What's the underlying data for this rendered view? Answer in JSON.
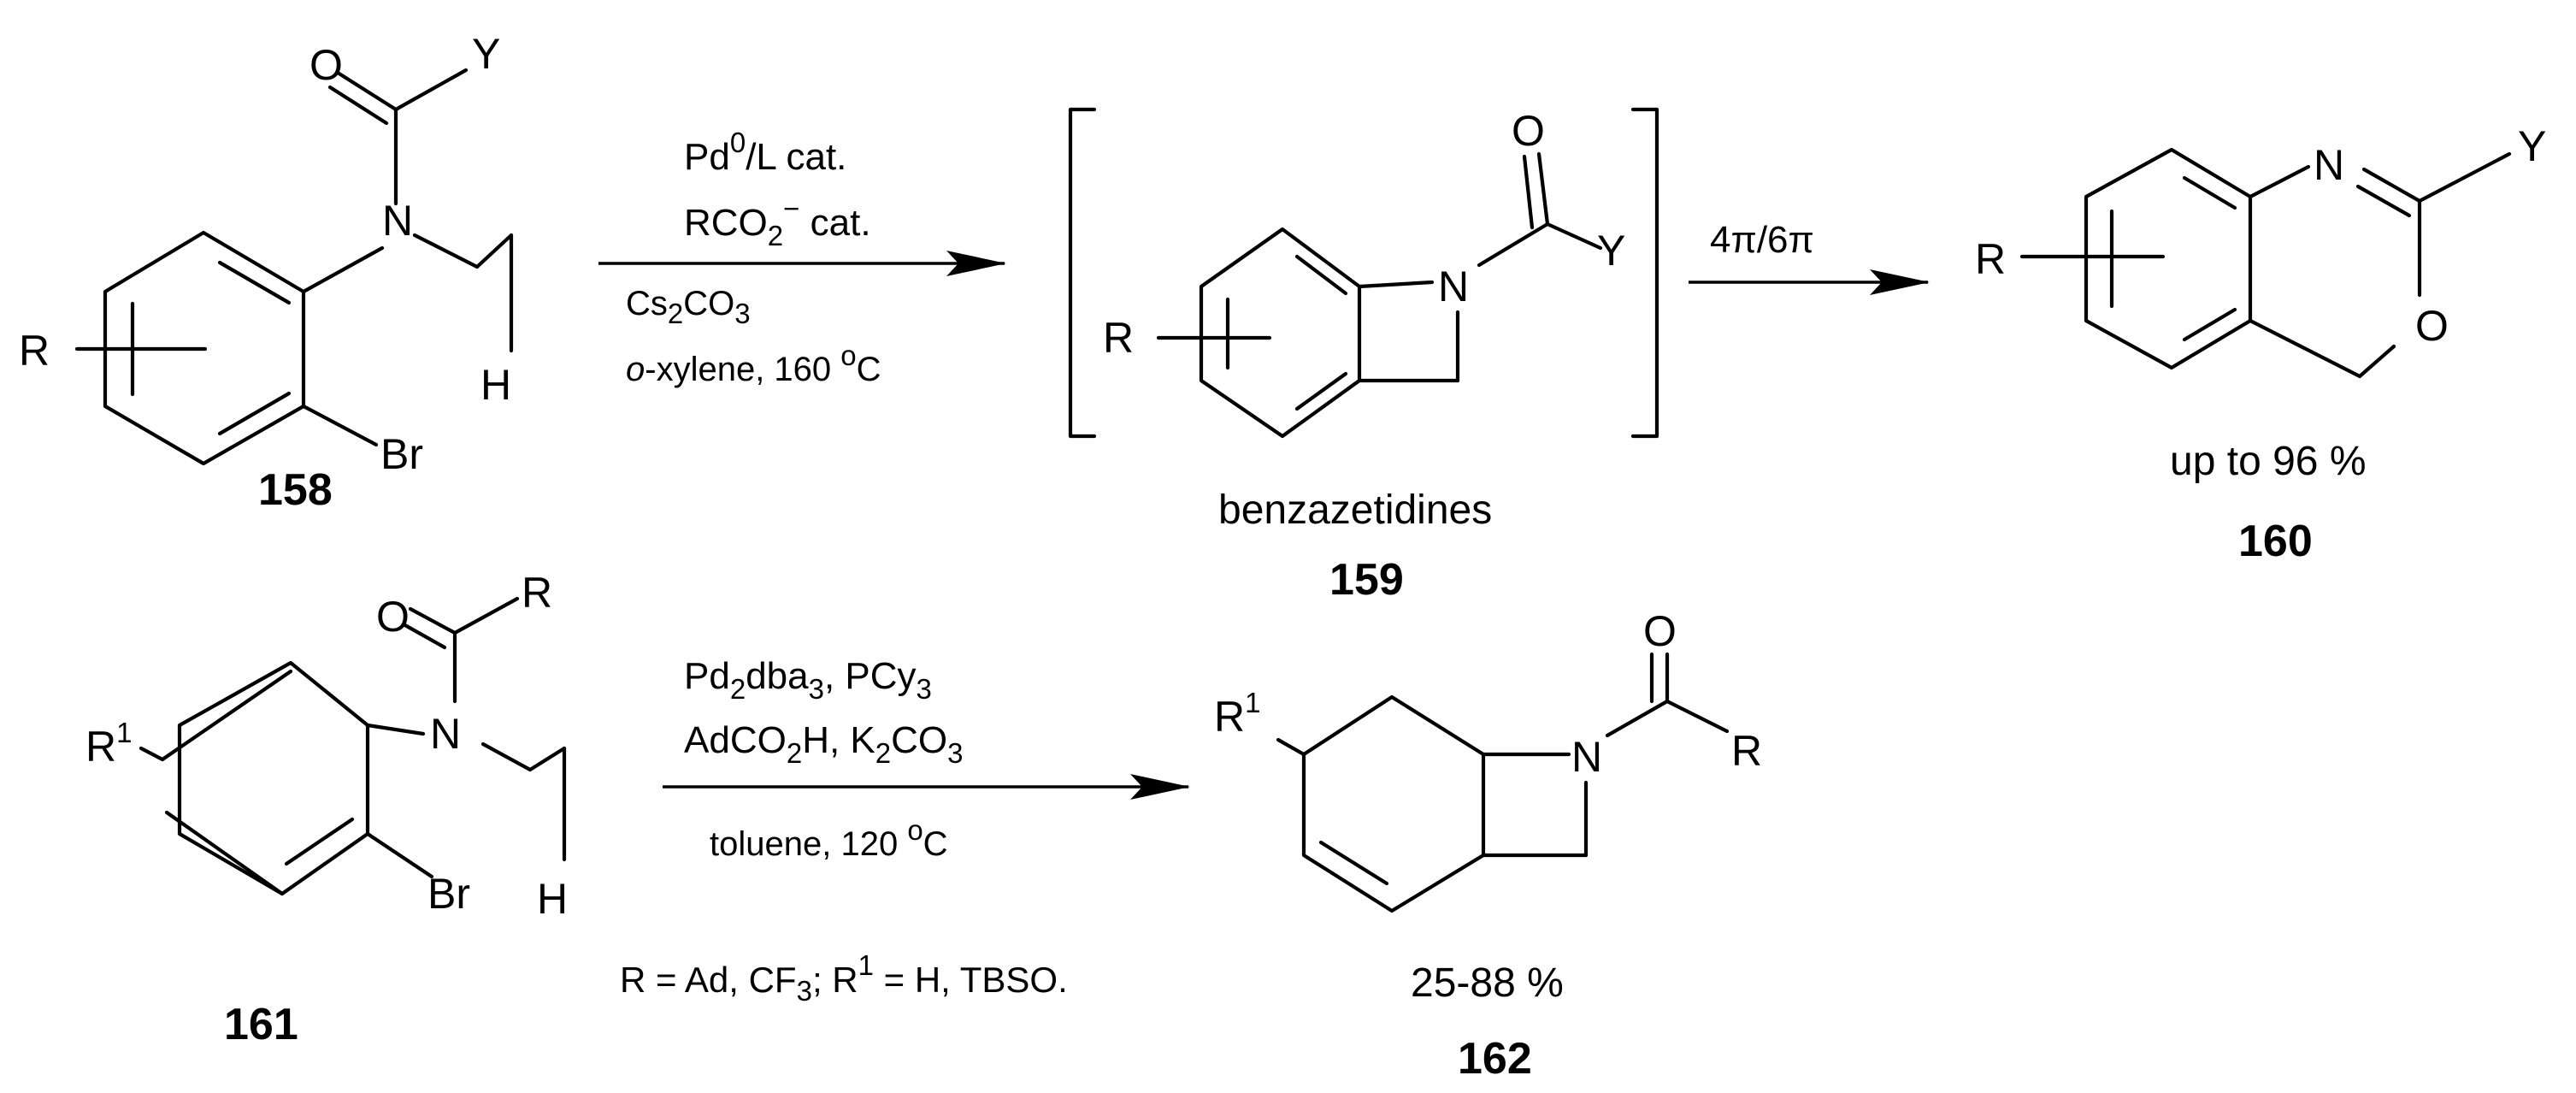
{
  "compounds": [
    {
      "id": "158",
      "atoms": {
        "O": "O",
        "Y": "Y",
        "N": "N",
        "H": "H",
        "R": "R",
        "Br": "Br"
      }
    },
    {
      "id": "159",
      "caption": "benzazetidines",
      "atoms": {
        "O": "O",
        "N": "N",
        "Y": "Y",
        "R": "R"
      }
    },
    {
      "id": "160",
      "yield": "up to 96 %",
      "atoms": {
        "N": "N",
        "Y": "Y",
        "O": "O",
        "R": "R"
      }
    },
    {
      "id": "161",
      "atoms": {
        "O": "O",
        "R": "R",
        "R1": "R",
        "R1_sup": "1",
        "N": "N",
        "H": "H",
        "Br": "Br"
      }
    },
    {
      "id": "162",
      "yield": "25-88 %",
      "atoms": {
        "O": "O",
        "R": "R",
        "R1": "R",
        "R1_sup": "1",
        "N": "N"
      }
    }
  ],
  "reaction1": {
    "line1": {
      "a": "Pd",
      "b": "0",
      "c": "/L cat."
    },
    "line2": {
      "a": "RCO",
      "b": "2",
      "c": "−",
      "d": " cat."
    },
    "line3": {
      "a": "Cs",
      "b": "2",
      "c": "CO",
      "d": "3"
    },
    "line4": {
      "a": "o",
      "b": "-xylene, 160 ",
      "c": "o",
      "d": "C"
    },
    "step2": "4π/6π"
  },
  "reaction2": {
    "line1": {
      "a": "Pd",
      "b": "2",
      "c": "dba",
      "d": "3",
      "e": ", PCy",
      "f": "3"
    },
    "line2": {
      "a": "AdCO",
      "b": "2",
      "c": "H, K",
      "d": "2",
      "e": "CO",
      "f": "3"
    },
    "line3": {
      "a": "toluene, 120 ",
      "b": "o",
      "c": "C"
    },
    "note": {
      "a": "R = Ad, CF",
      "b": "3",
      "c": "; R",
      "d": "1",
      "e": " = H, TBSO."
    }
  }
}
